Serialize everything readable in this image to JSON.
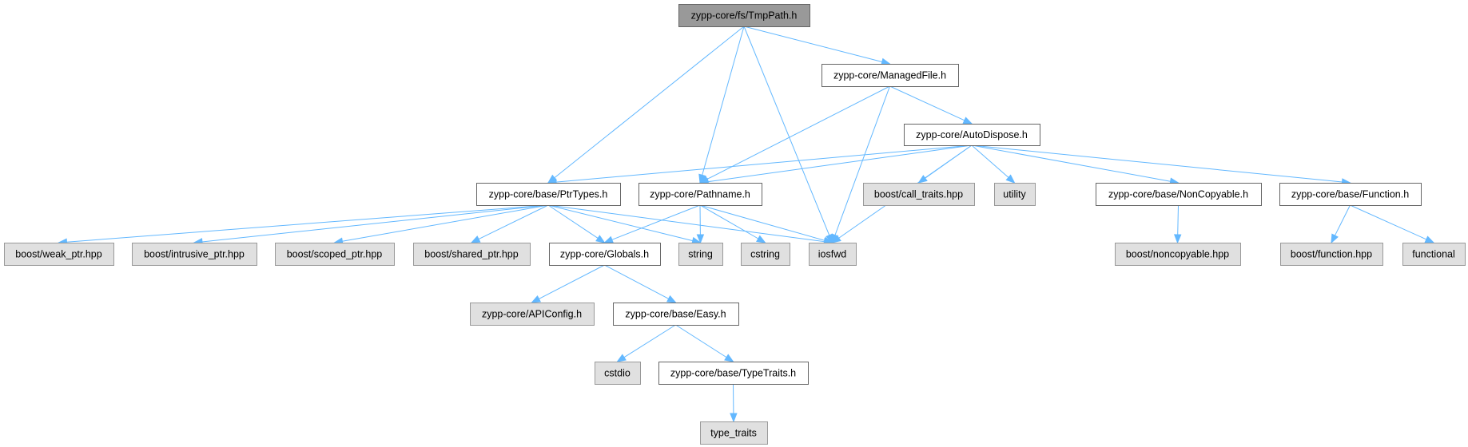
{
  "colors": {
    "root_fill": "#999999",
    "root_stroke": "#666666",
    "internal_fill": "#ffffff",
    "internal_stroke": "#666666",
    "external_fill": "#e0e0e0",
    "external_stroke": "#999999",
    "edge": "#63b8ff"
  },
  "nodes": [
    {
      "id": "tmppath",
      "label": "zypp-core/fs/TmpPath.h",
      "kind": "root"
    },
    {
      "id": "managedfile",
      "label": "zypp-core/ManagedFile.h",
      "kind": "internal"
    },
    {
      "id": "autodispose",
      "label": "zypp-core/AutoDispose.h",
      "kind": "internal"
    },
    {
      "id": "ptrtypes",
      "label": "zypp-core/base/PtrTypes.h",
      "kind": "internal"
    },
    {
      "id": "pathname",
      "label": "zypp-core/Pathname.h",
      "kind": "internal"
    },
    {
      "id": "calltraits",
      "label": "boost/call_traits.hpp",
      "kind": "external"
    },
    {
      "id": "utility",
      "label": "utility",
      "kind": "external"
    },
    {
      "id": "noncopyable_h",
      "label": "zypp-core/base/NonCopyable.h",
      "kind": "internal"
    },
    {
      "id": "function_h",
      "label": "zypp-core/base/Function.h",
      "kind": "internal"
    },
    {
      "id": "weakptr",
      "label": "boost/weak_ptr.hpp",
      "kind": "external"
    },
    {
      "id": "intrusiveptr",
      "label": "boost/intrusive_ptr.hpp",
      "kind": "external"
    },
    {
      "id": "scopedptr",
      "label": "boost/scoped_ptr.hpp",
      "kind": "external"
    },
    {
      "id": "sharedptr",
      "label": "boost/shared_ptr.hpp",
      "kind": "external"
    },
    {
      "id": "globals",
      "label": "zypp-core/Globals.h",
      "kind": "internal"
    },
    {
      "id": "string",
      "label": "string",
      "kind": "external"
    },
    {
      "id": "cstring",
      "label": "cstring",
      "kind": "external"
    },
    {
      "id": "iosfwd",
      "label": "iosfwd",
      "kind": "external"
    },
    {
      "id": "noncopyable_hpp",
      "label": "boost/noncopyable.hpp",
      "kind": "external"
    },
    {
      "id": "function_hpp",
      "label": "boost/function.hpp",
      "kind": "external"
    },
    {
      "id": "functional",
      "label": "functional",
      "kind": "external"
    },
    {
      "id": "apiconfig",
      "label": "zypp-core/APIConfig.h",
      "kind": "external"
    },
    {
      "id": "easy",
      "label": "zypp-core/base/Easy.h",
      "kind": "internal"
    },
    {
      "id": "cstdio",
      "label": "cstdio",
      "kind": "external"
    },
    {
      "id": "typetraits_h",
      "label": "zypp-core/base/TypeTraits.h",
      "kind": "internal"
    },
    {
      "id": "type_traits",
      "label": "type_traits",
      "kind": "external"
    }
  ],
  "edges": [
    [
      "tmppath",
      "ptrtypes"
    ],
    [
      "tmppath",
      "pathname"
    ],
    [
      "tmppath",
      "iosfwd"
    ],
    [
      "tmppath",
      "managedfile"
    ],
    [
      "managedfile",
      "pathname"
    ],
    [
      "managedfile",
      "iosfwd"
    ],
    [
      "managedfile",
      "autodispose"
    ],
    [
      "autodispose",
      "ptrtypes"
    ],
    [
      "autodispose",
      "pathname"
    ],
    [
      "autodispose",
      "calltraits"
    ],
    [
      "autodispose",
      "utility"
    ],
    [
      "autodispose",
      "iosfwd"
    ],
    [
      "autodispose",
      "noncopyable_h"
    ],
    [
      "autodispose",
      "function_h"
    ],
    [
      "ptrtypes",
      "weakptr"
    ],
    [
      "ptrtypes",
      "intrusiveptr"
    ],
    [
      "ptrtypes",
      "scopedptr"
    ],
    [
      "ptrtypes",
      "sharedptr"
    ],
    [
      "ptrtypes",
      "globals"
    ],
    [
      "ptrtypes",
      "string"
    ],
    [
      "ptrtypes",
      "iosfwd"
    ],
    [
      "pathname",
      "globals"
    ],
    [
      "pathname",
      "string"
    ],
    [
      "pathname",
      "cstring"
    ],
    [
      "pathname",
      "iosfwd"
    ],
    [
      "globals",
      "apiconfig"
    ],
    [
      "globals",
      "easy"
    ],
    [
      "easy",
      "cstdio"
    ],
    [
      "easy",
      "typetraits_h"
    ],
    [
      "typetraits_h",
      "type_traits"
    ],
    [
      "noncopyable_h",
      "noncopyable_hpp"
    ],
    [
      "function_h",
      "function_hpp"
    ],
    [
      "function_h",
      "functional"
    ]
  ]
}
